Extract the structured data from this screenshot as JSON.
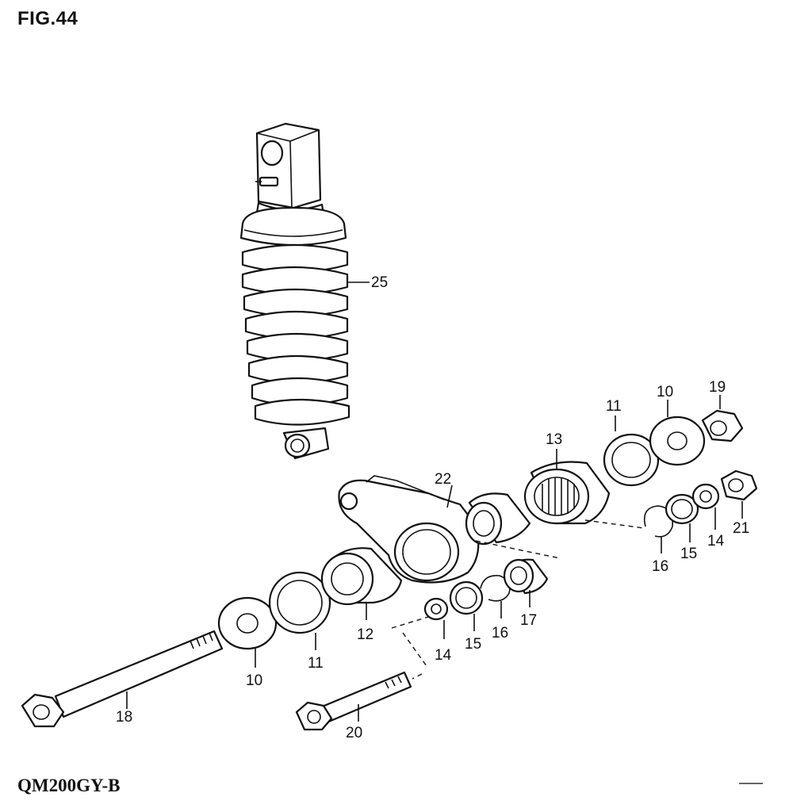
{
  "figure": {
    "title": "FIG.44",
    "model": "QM200GY-B"
  },
  "callouts": {
    "c25": "25",
    "c22": "22",
    "c13": "13",
    "c11a": "11",
    "c10a": "10",
    "c19": "19",
    "c16a": "16",
    "c15a": "15",
    "c14a": "14",
    "c21": "21",
    "c10b": "10",
    "c11b": "11",
    "c12": "12",
    "c14b": "14",
    "c15b": "15",
    "c16b": "16",
    "c17": "17",
    "c18": "18",
    "c20": "20"
  }
}
